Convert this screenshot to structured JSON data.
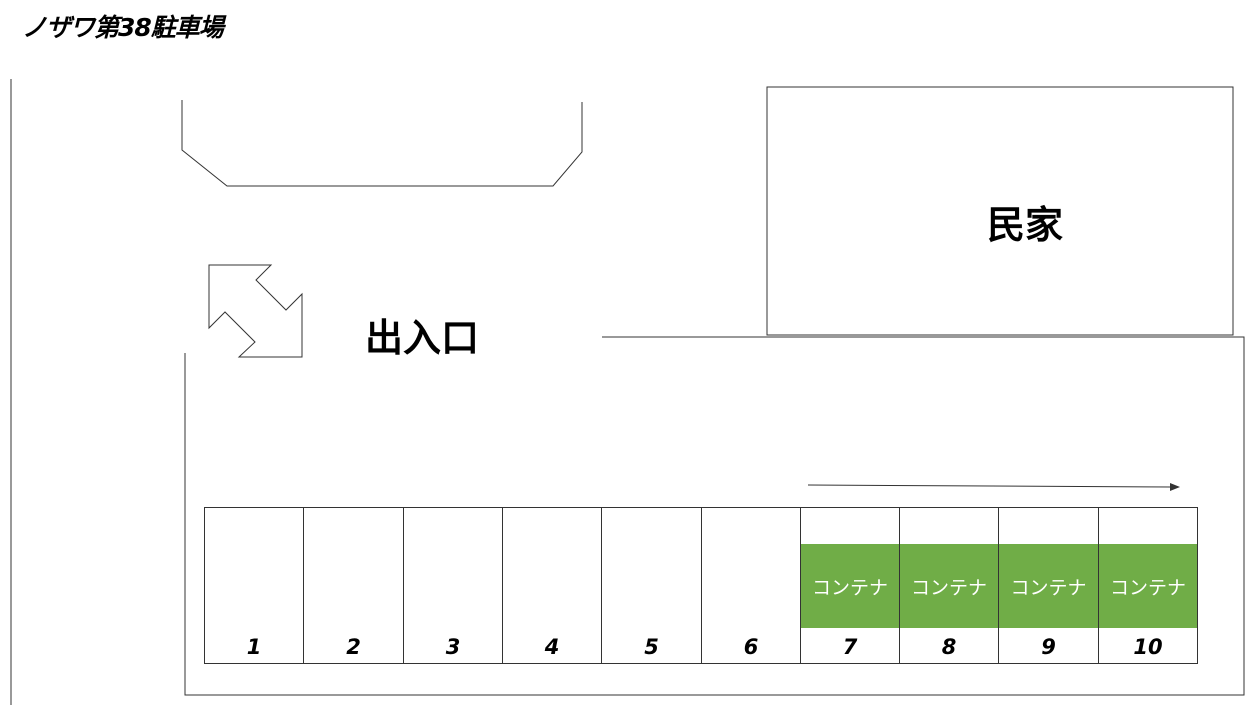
{
  "title": "ノザワ第38駐車場",
  "neighbor_label": "民家",
  "entrance_label": "出入口",
  "container_label": "コンテナ",
  "container_color": "#70ad47",
  "slots": [
    {
      "number": "1",
      "container": false
    },
    {
      "number": "2",
      "container": false
    },
    {
      "number": "3",
      "container": false
    },
    {
      "number": "4",
      "container": false
    },
    {
      "number": "5",
      "container": false
    },
    {
      "number": "6",
      "container": false
    },
    {
      "number": "7",
      "container": true
    },
    {
      "number": "8",
      "container": true
    },
    {
      "number": "9",
      "container": true
    },
    {
      "number": "10",
      "container": true
    }
  ],
  "icons": [
    "entrance-arrow-icon",
    "direction-arrow-icon"
  ]
}
